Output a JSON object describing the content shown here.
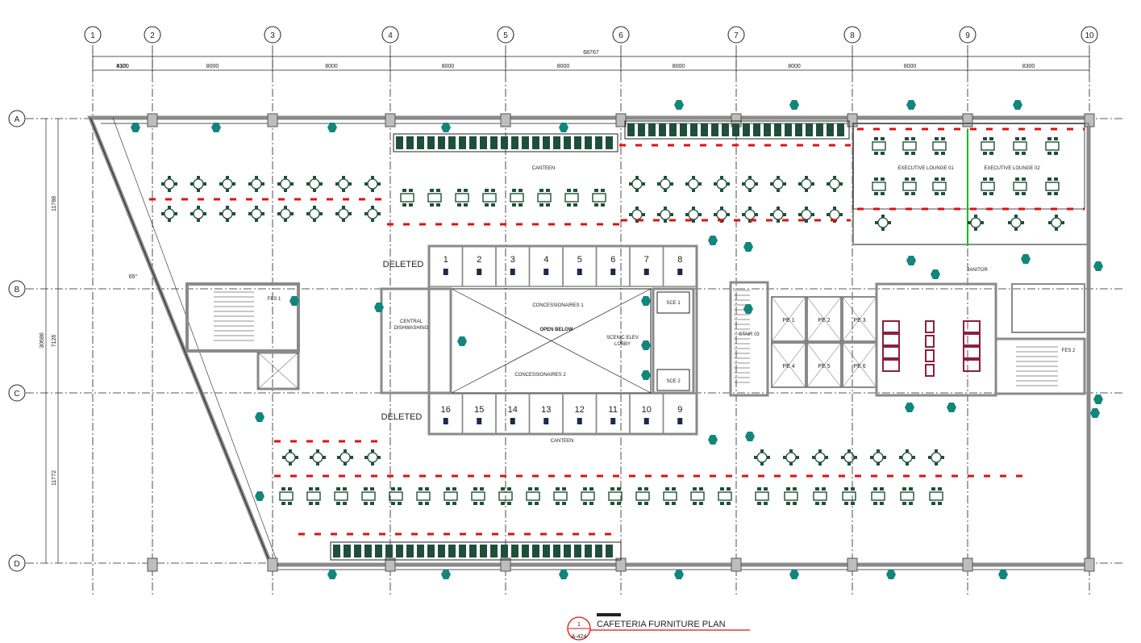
{
  "colors": {
    "wall": "#8a8a8a",
    "wall_dark": "#555555",
    "line": "#222222",
    "accent_red": "#e01010",
    "furniture": "#1f4f3a",
    "marker_teal": "#12867c",
    "maroon": "#8c1f3d",
    "green_line": "#19c019",
    "dark_box": "#1a2a4a"
  },
  "grid": {
    "columns": [
      "1",
      "2",
      "3",
      "4",
      "5",
      "6",
      "7",
      "8",
      "9",
      "10"
    ],
    "rows": [
      "A",
      "B",
      "C",
      "D"
    ],
    "column_dims": [
      "4170",
      "8300",
      "8000",
      "8000",
      "8000",
      "8000",
      "8000",
      "8000",
      "8000",
      "8300"
    ],
    "overall_width": "68767",
    "row_dims": [
      "11788",
      "7126",
      "11772"
    ],
    "overall_height": "30686"
  },
  "labels": {
    "deleted_top": "DELETED",
    "deleted_bottom": "DELETED",
    "canteen_top": "CANTEEN",
    "canteen_bottom": "CANTEEN",
    "concessionaires_1": "CONCESSIONAIRES 1",
    "concessionaires_2": "CONCESSIONAIRES 2",
    "open_below": "OPEN BELOW",
    "central_dishwashing_1": "CENTRAL",
    "central_dishwashing_2": "DISHWASHING",
    "scenic_lobby_1": "SCENIC ELEV",
    "scenic_lobby_2": "LOBBY",
    "sce1": "SCE 1",
    "sce2": "SCE 2",
    "stair": "STAIR 03",
    "exec_lounge_1": "EXECUTIVE LOUNGE 01",
    "exec_lounge_2": "EXECUTIVE LOUNGE 02",
    "fes1": "FES 1",
    "fes2": "FES 2",
    "janitor": "JANITOR",
    "angle": "65°",
    "sheet_number": "1",
    "sheet_ref": "A-424"
  },
  "stalls_top": [
    "1",
    "2",
    "3",
    "4",
    "5",
    "6",
    "7",
    "8"
  ],
  "stalls_bottom": [
    "16",
    "15",
    "14",
    "13",
    "12",
    "11",
    "10",
    "9"
  ],
  "pe_rooms": [
    "PE 1",
    "PE 2",
    "PE 3",
    "PE 4",
    "PE 5",
    "PE 6"
  ],
  "title": "CAFETERIA FURNITURE PLAN"
}
